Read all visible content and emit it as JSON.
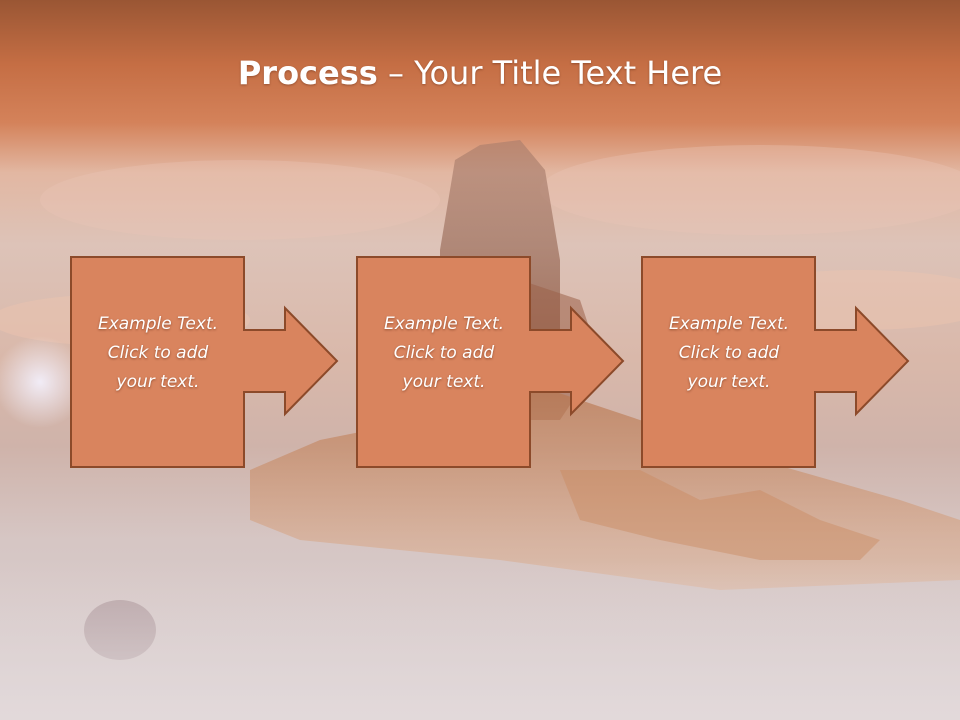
{
  "slide": {
    "title_bold": "Process",
    "title_rest": " – Your Title Text Here",
    "steps": [
      {
        "line1": "Example Text.",
        "line2": "Click  to add",
        "line3": "your text."
      },
      {
        "line1": "Example Text.",
        "line2": "Click  to add",
        "line3": "your text."
      },
      {
        "line1": "Example Text.",
        "line2": "Click  to add",
        "line3": "your text."
      }
    ]
  },
  "colors": {
    "box_fill": "#d9845e",
    "box_border": "#8c4a2a",
    "title_text": "#ffffff",
    "header_band": "#c56e44"
  },
  "icons": {
    "step_shape": "arrow-right-icon",
    "background": "city-landscape-image"
  }
}
